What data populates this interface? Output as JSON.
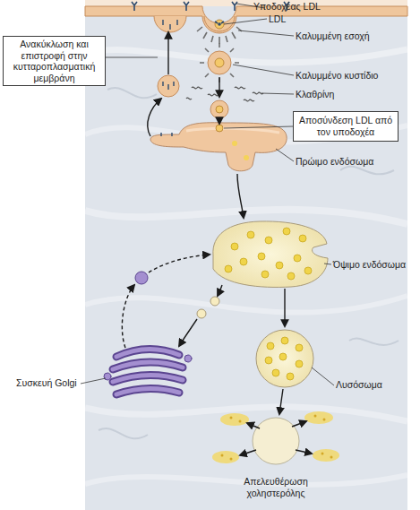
{
  "diagram": {
    "nodes": [
      {
        "text": [
          "Ανακύκλωση και επιστροφή στην κυτταροπλασματική μεμβράνη"
        ]
      },
      {
        "text": [
          "Αποσύνδεση LDL από τον υποδοχέα"
        ]
      }
    ],
    "labels": [
      "Υποδοχέας LDL",
      "LDL",
      "Καλυμμένη εσοχή",
      "Καλυμμένο κυστίδιο",
      "Κλαθρίνη",
      "Πρώιμο ενδόσωμα",
      "Όψιμο ενδόσωμα",
      "Συσκευή Golgi",
      "Λυσόσωμα",
      "Απελευθέρωση χοληστερόλης"
    ]
  }
}
